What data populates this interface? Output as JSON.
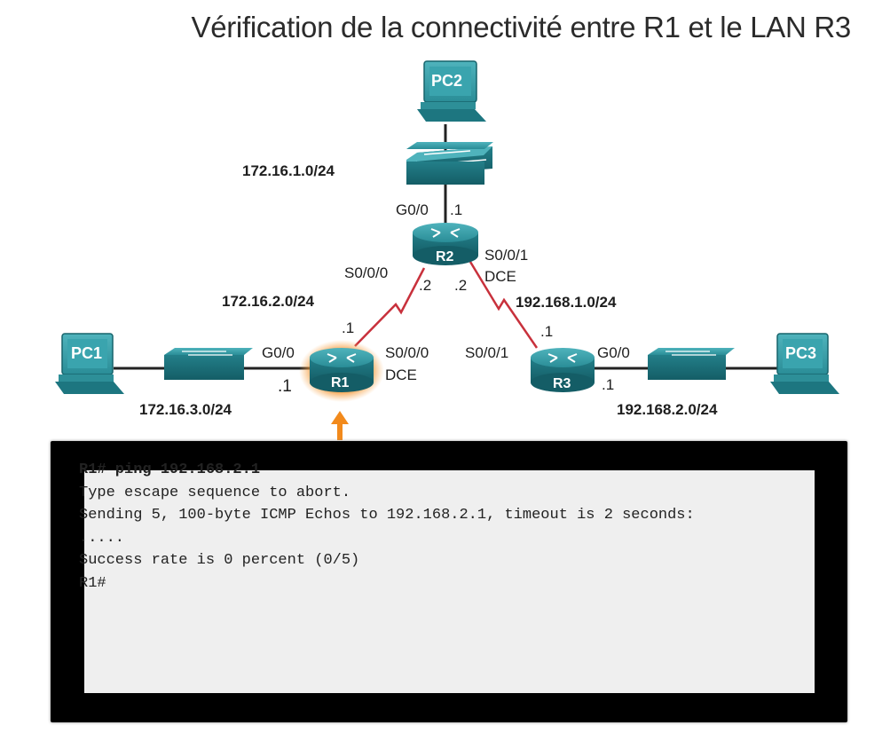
{
  "title": "Vérification de la connectivité entre R1 et le LAN R3",
  "devices": {
    "pc1": "PC1",
    "pc2": "PC2",
    "pc3": "PC3",
    "r1": "R1",
    "r2": "R2",
    "r3": "R3"
  },
  "networks": {
    "lan_r2": "172.16.1.0/24",
    "link_r1_r2": "172.16.2.0/24",
    "link_r2_r3": "192.168.1.0/24",
    "lan_r1": "172.16.3.0/24",
    "lan_r3": "192.168.2.0/24"
  },
  "interfaces": {
    "r2_g00": "G0/0",
    "r2_g00_ip": ".1",
    "r2_s000": "S0/0/0",
    "r2_s000_ip": ".2",
    "r2_s001": "S0/0/1",
    "r2_s001_dce": "DCE",
    "r2_s001_ip": ".2",
    "r1_g00": "G0/0",
    "r1_g00_ip": ".1",
    "r1_s000": "S0/0/0",
    "r1_s000_dce": "DCE",
    "r1_s000_ip": ".1",
    "r3_s001": "S0/0/1",
    "r3_s001_ip": ".1",
    "r3_g00": "G0/0",
    "r3_g00_ip": ".1"
  },
  "colors": {
    "serial_link": "#c8313c",
    "device": "#1f7c86",
    "highlight": "#f28a1c",
    "terminal_bg": "#000000",
    "screen_bg": "#efefef"
  },
  "terminal": {
    "lines": [
      "R1# ping 192.168.2.1",
      "Type escape sequence to abort.",
      "Sending 5, 100-byte ICMP Echos to 192.168.2.1, timeout is 2 seconds:",
      ".....",
      "Success rate is 0 percent (0/5)",
      "R1#"
    ]
  }
}
